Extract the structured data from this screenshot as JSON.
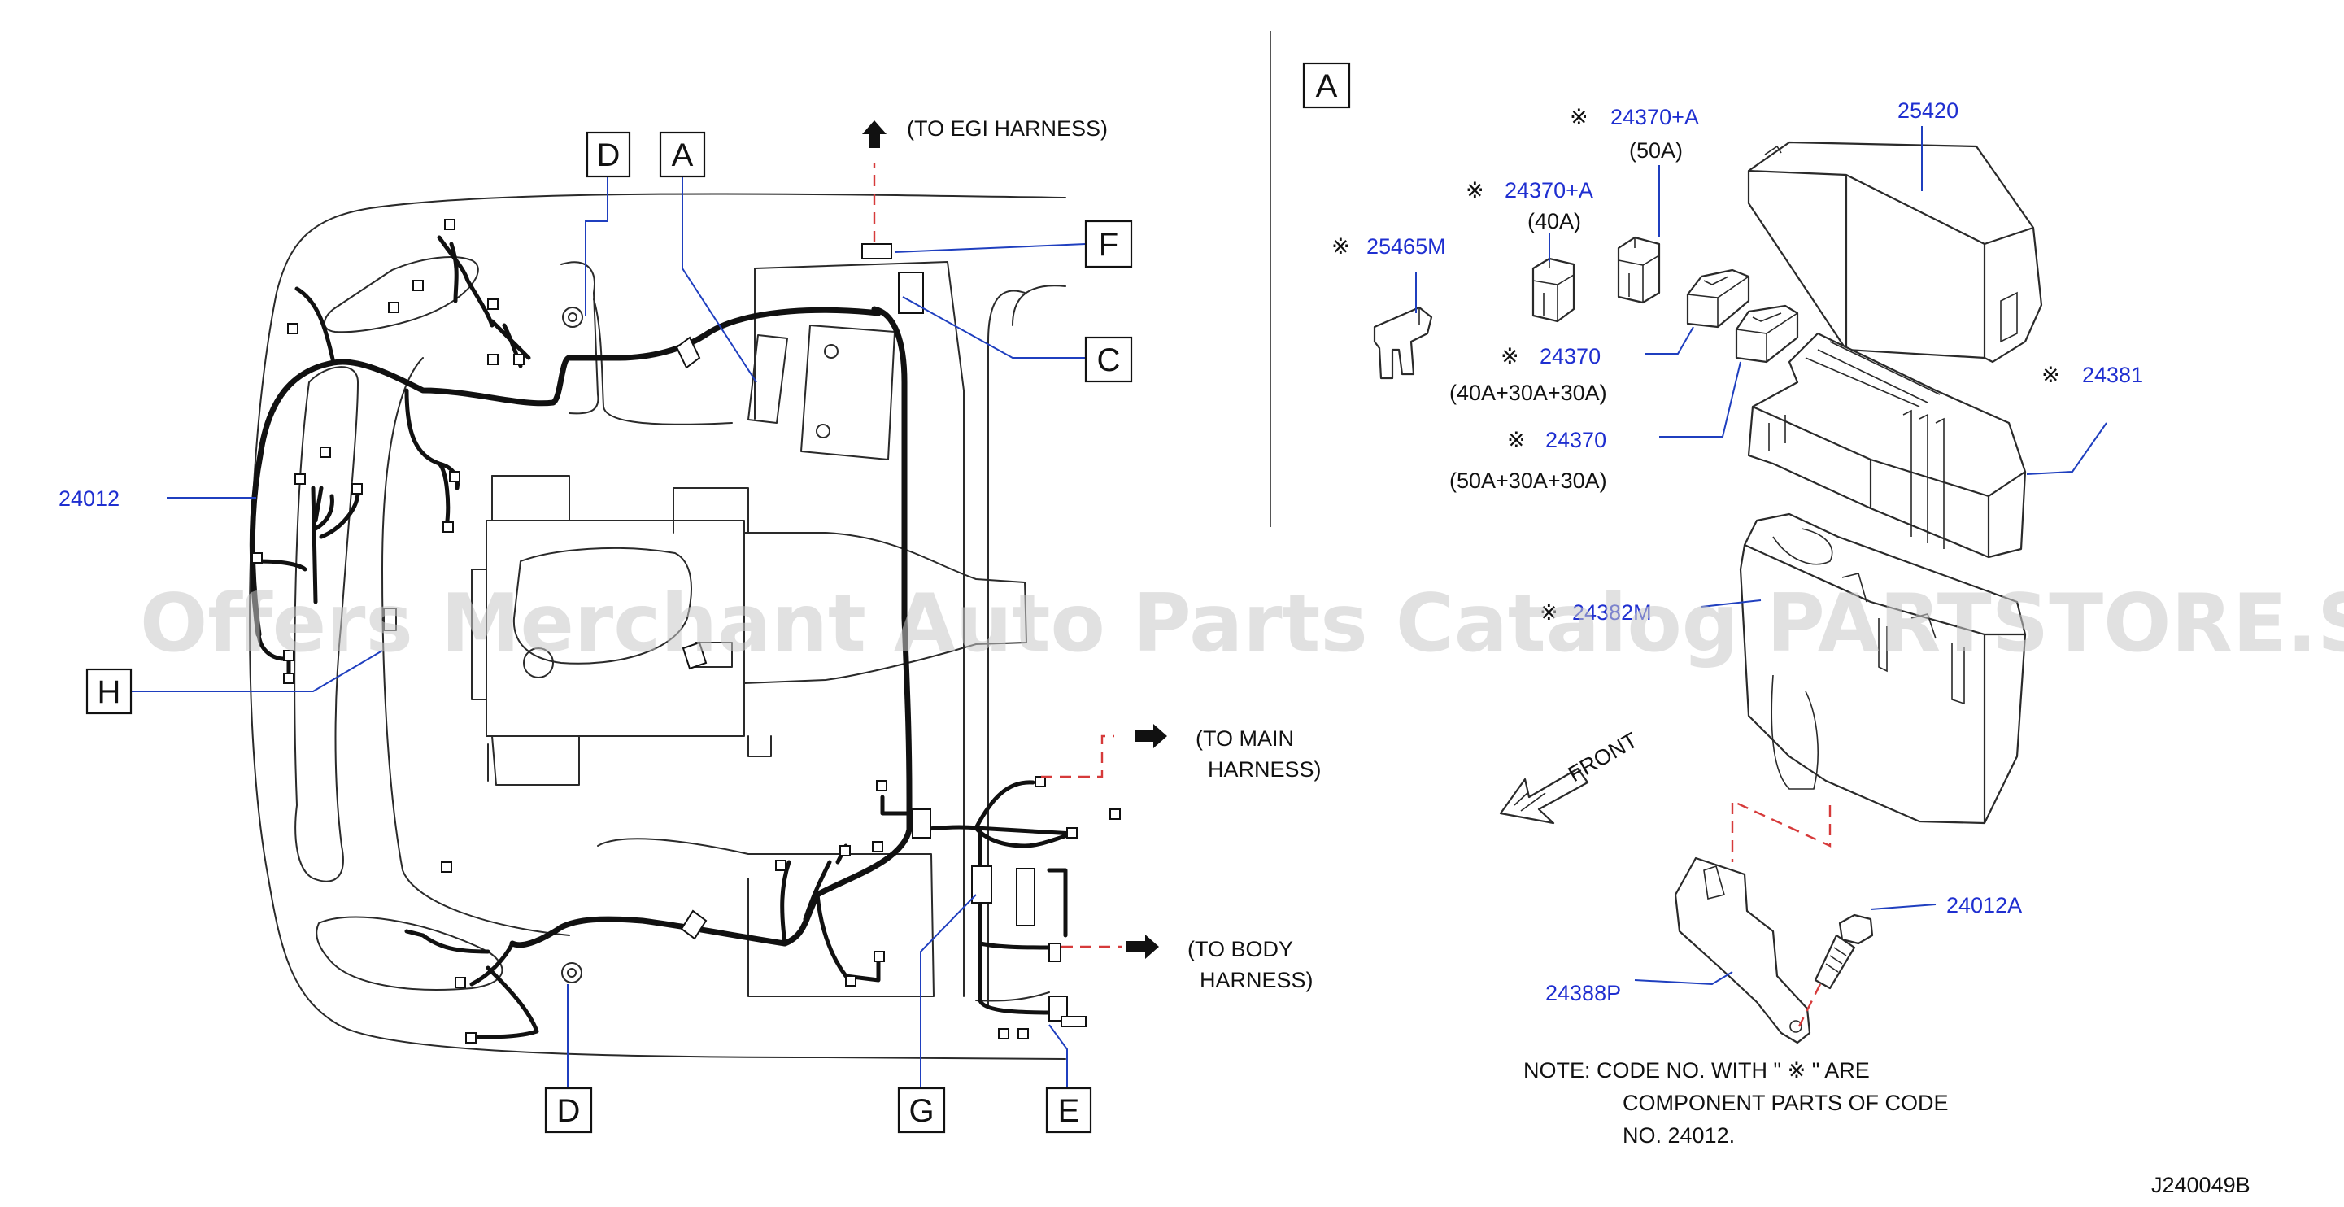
{
  "diagram": {
    "callouts": {
      "A_top": "A",
      "A_detail": "A",
      "C": "C",
      "D_top": "D",
      "D_bottom": "D",
      "E": "E",
      "F": "F",
      "G": "G",
      "H": "H"
    },
    "destinations": {
      "egi": "(TO  EGI  HARNESS)",
      "main_line1": "(TO  MAIN",
      "main_line2": "HARNESS)",
      "body_line1": "(TO  BODY",
      "body_line2": "HARNESS)"
    },
    "parts": {
      "harness": "24012",
      "fuse_box_cover": "25420",
      "fusible_link_50a": "24370+A",
      "fusible_link_50a_rating": "(50A)",
      "fusible_link_40a": "24370+A",
      "fusible_link_40a_rating": "(40A)",
      "fuse": "25465M",
      "fusible_link_block_1": "24370",
      "fusible_link_block_1_rating": "(40A+30A+30A)",
      "fusible_link_block_2": "24370",
      "fusible_link_block_2_rating": "(50A+30A+30A)",
      "fuse_block": "24381",
      "fuse_box_body": "24382M",
      "bracket": "24388P",
      "bolt": "24012A"
    },
    "component_mark": "※",
    "front_label": "FRONT",
    "note_line1": "NOTE:  CODE  NO.  WITH  \" ※ \"  ARE",
    "note_line2": "COMPONENT  PARTS  OF  CODE",
    "note_line3": "NO.  24012.",
    "diagram_code": "J240049B",
    "watermark": "Offers Merchant Auto Parts Catalog PARTSTORE.SA",
    "colors": {
      "part_number": "#1f2fd0",
      "leader_line": "#1f3fbf",
      "connection_dashes": "#d63a3a",
      "line_art": "#2a2a2a"
    }
  }
}
